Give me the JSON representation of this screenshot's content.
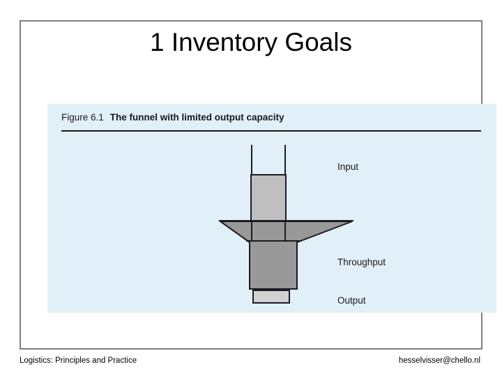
{
  "slide": {
    "title": "1 Inventory Goals"
  },
  "figure": {
    "number": "Figure 6.1",
    "caption": "The funnel with limited output capacity",
    "panel_background": "#e1f0f8",
    "labels": {
      "input": "Input",
      "throughput": "Throughput",
      "output": "Output"
    },
    "diagram": {
      "type": "funnel",
      "fill_light": "#bfbfbf",
      "fill_dark": "#999999",
      "fill_output": "#d2d2d2",
      "stroke": "#1b1b1f"
    }
  },
  "footer": {
    "left": "Logistics: Principles and Practice",
    "right": "hesselvisser@chello.nl"
  }
}
